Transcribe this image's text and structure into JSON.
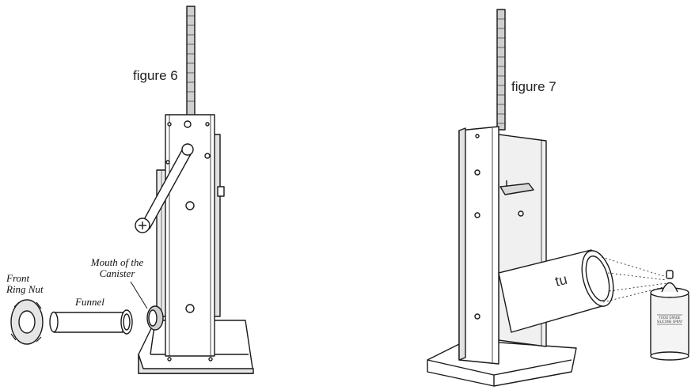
{
  "figure6": {
    "caption": "figure 6",
    "labels": {
      "front_ring_nut": "Front Ring Nut",
      "funnel": "Funnel",
      "mouth_of_canister": "Mouth of the Canister"
    }
  },
  "figure7": {
    "caption": "figure 7",
    "tube_stamp": "tu",
    "can_label_line1": "FOOD GRADE",
    "can_label_line2": "SILICONE SPRAY"
  },
  "colors": {
    "line": "#1a1a1a",
    "fill": "#ffffff",
    "shade": "#d9d9d9"
  }
}
